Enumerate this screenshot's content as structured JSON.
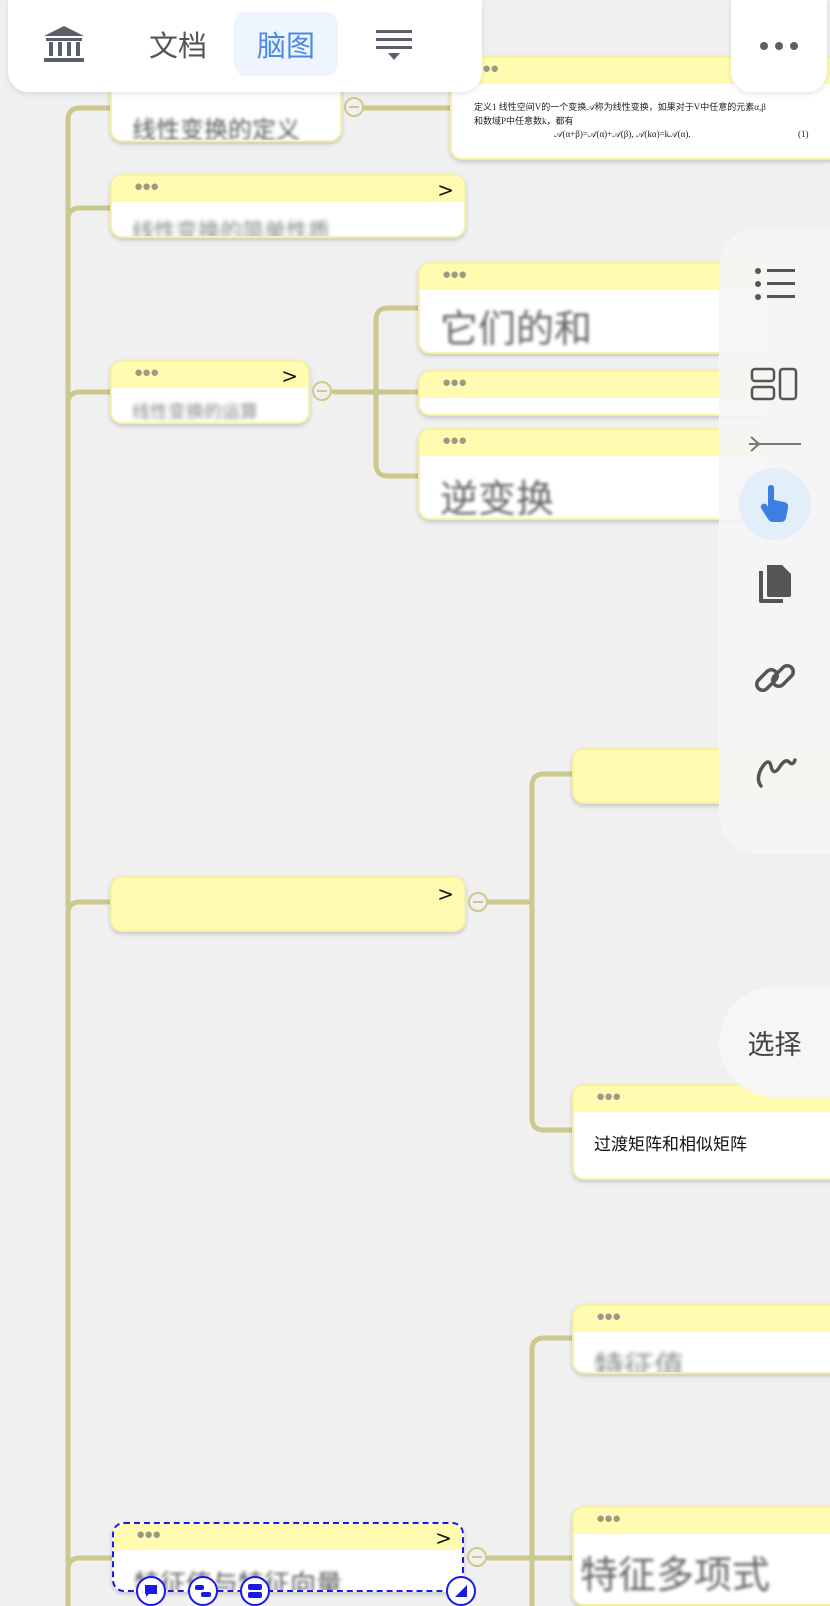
{
  "toolbar": {
    "library_icon": "bank-icon",
    "tab_document": "文档",
    "tab_mindmap": "脑图",
    "outline_icon": "outline-menu-icon",
    "more_icon": "more-horizontal-icon"
  },
  "nodes": {
    "definition_topic": "线性变换的定义",
    "definition_note_line1": "定义1  线性空间V的一个变换𝒜称为线性变换，如果对于V中任意的元素α,β",
    "definition_note_line2": "和数域P中任意数k，都有",
    "definition_note_formula": "𝒜(α+β)=𝒜(α)+𝒜(β),  𝒜(kα)=k𝒜(α).",
    "definition_note_eqnum": "(1)",
    "properties_topic": "线性变换的简单性质",
    "operations_topic": "线性变换的运算",
    "child_sum": "它们的和",
    "child_blank": "",
    "child_inverse": "逆变换",
    "matrix_topic": "",
    "matrix_child_top": "",
    "matrix_child_transition": "过渡矩阵和相似矩阵",
    "eigen_child_top": "特征值",
    "eigen_topic": "特征值与特征向量",
    "eigen_child_bottom": "特征多项式"
  },
  "side_tools": {
    "list_icon": "list-icon",
    "layout_icon": "layout-icon",
    "line_icon": "line-arrow-icon",
    "pointer_icon": "hand-pointer-icon",
    "copy_icon": "copy-icon",
    "link_icon": "link-icon",
    "freehand_icon": "freehand-draw-icon"
  },
  "select_label": "选择",
  "colors": {
    "background": "#f0f0f0",
    "node_header": "#fffbb0",
    "connector": "#ccc98e",
    "accent": "#4a8ae6",
    "selection": "#1a1ae6"
  }
}
